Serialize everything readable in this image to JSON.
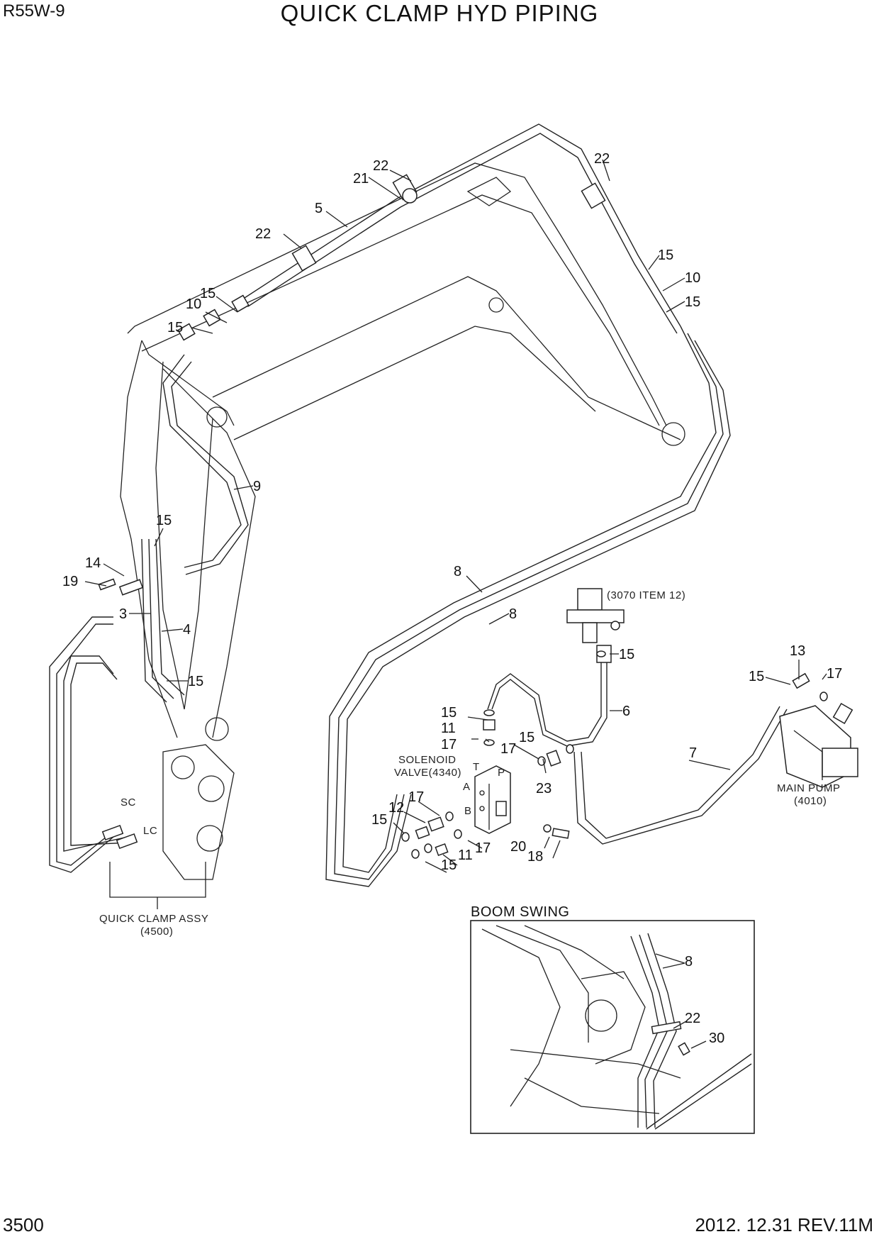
{
  "header": {
    "model": "R55W-9",
    "title": "QUICK CLAMP HYD PIPING"
  },
  "footer": {
    "page_number": "3500",
    "revision": "2012. 12.31 REV.11M"
  },
  "callouts": {
    "c22a": "22",
    "c21": "21",
    "c5": "5",
    "c22b": "22",
    "c22c": "22",
    "c15a": "15",
    "c10a": "10",
    "c15b": "15",
    "c15c": "15",
    "c10b": "10",
    "c15d": "15",
    "c9": "9",
    "c15e": "15",
    "c14": "14",
    "c19": "19",
    "c3": "3",
    "c4": "4",
    "c15f": "15",
    "c8a": "8",
    "c8b": "8",
    "c15g": "15",
    "c6": "6",
    "c13": "13",
    "c17a": "17",
    "c15h": "15",
    "c15i": "15",
    "c11a": "11",
    "c17b": "17",
    "c17c": "17",
    "c15j": "15",
    "c23": "23",
    "c7": "7",
    "c17d": "17",
    "c12": "12",
    "c15k": "15",
    "c17e": "17",
    "c11b": "11",
    "c15l": "15",
    "c20": "20",
    "c18": "18",
    "c8c": "8",
    "c22d": "22",
    "c30": "30"
  },
  "notes": {
    "item_ref": "(3070 ITEM 12)",
    "solenoid_1": "SOLENOID",
    "solenoid_2": "VALVE(4340)",
    "main_pump_1": "MAIN PUMP",
    "main_pump_2": "(4010)",
    "quick_clamp_1": "QUICK CLAMP ASSY",
    "quick_clamp_2": "(4500)",
    "port_sc": "SC",
    "port_lc": "LC",
    "port_t": "T",
    "port_p": "P",
    "port_a": "A",
    "port_b": "B"
  },
  "inset": {
    "heading": "BOOM SWING"
  }
}
